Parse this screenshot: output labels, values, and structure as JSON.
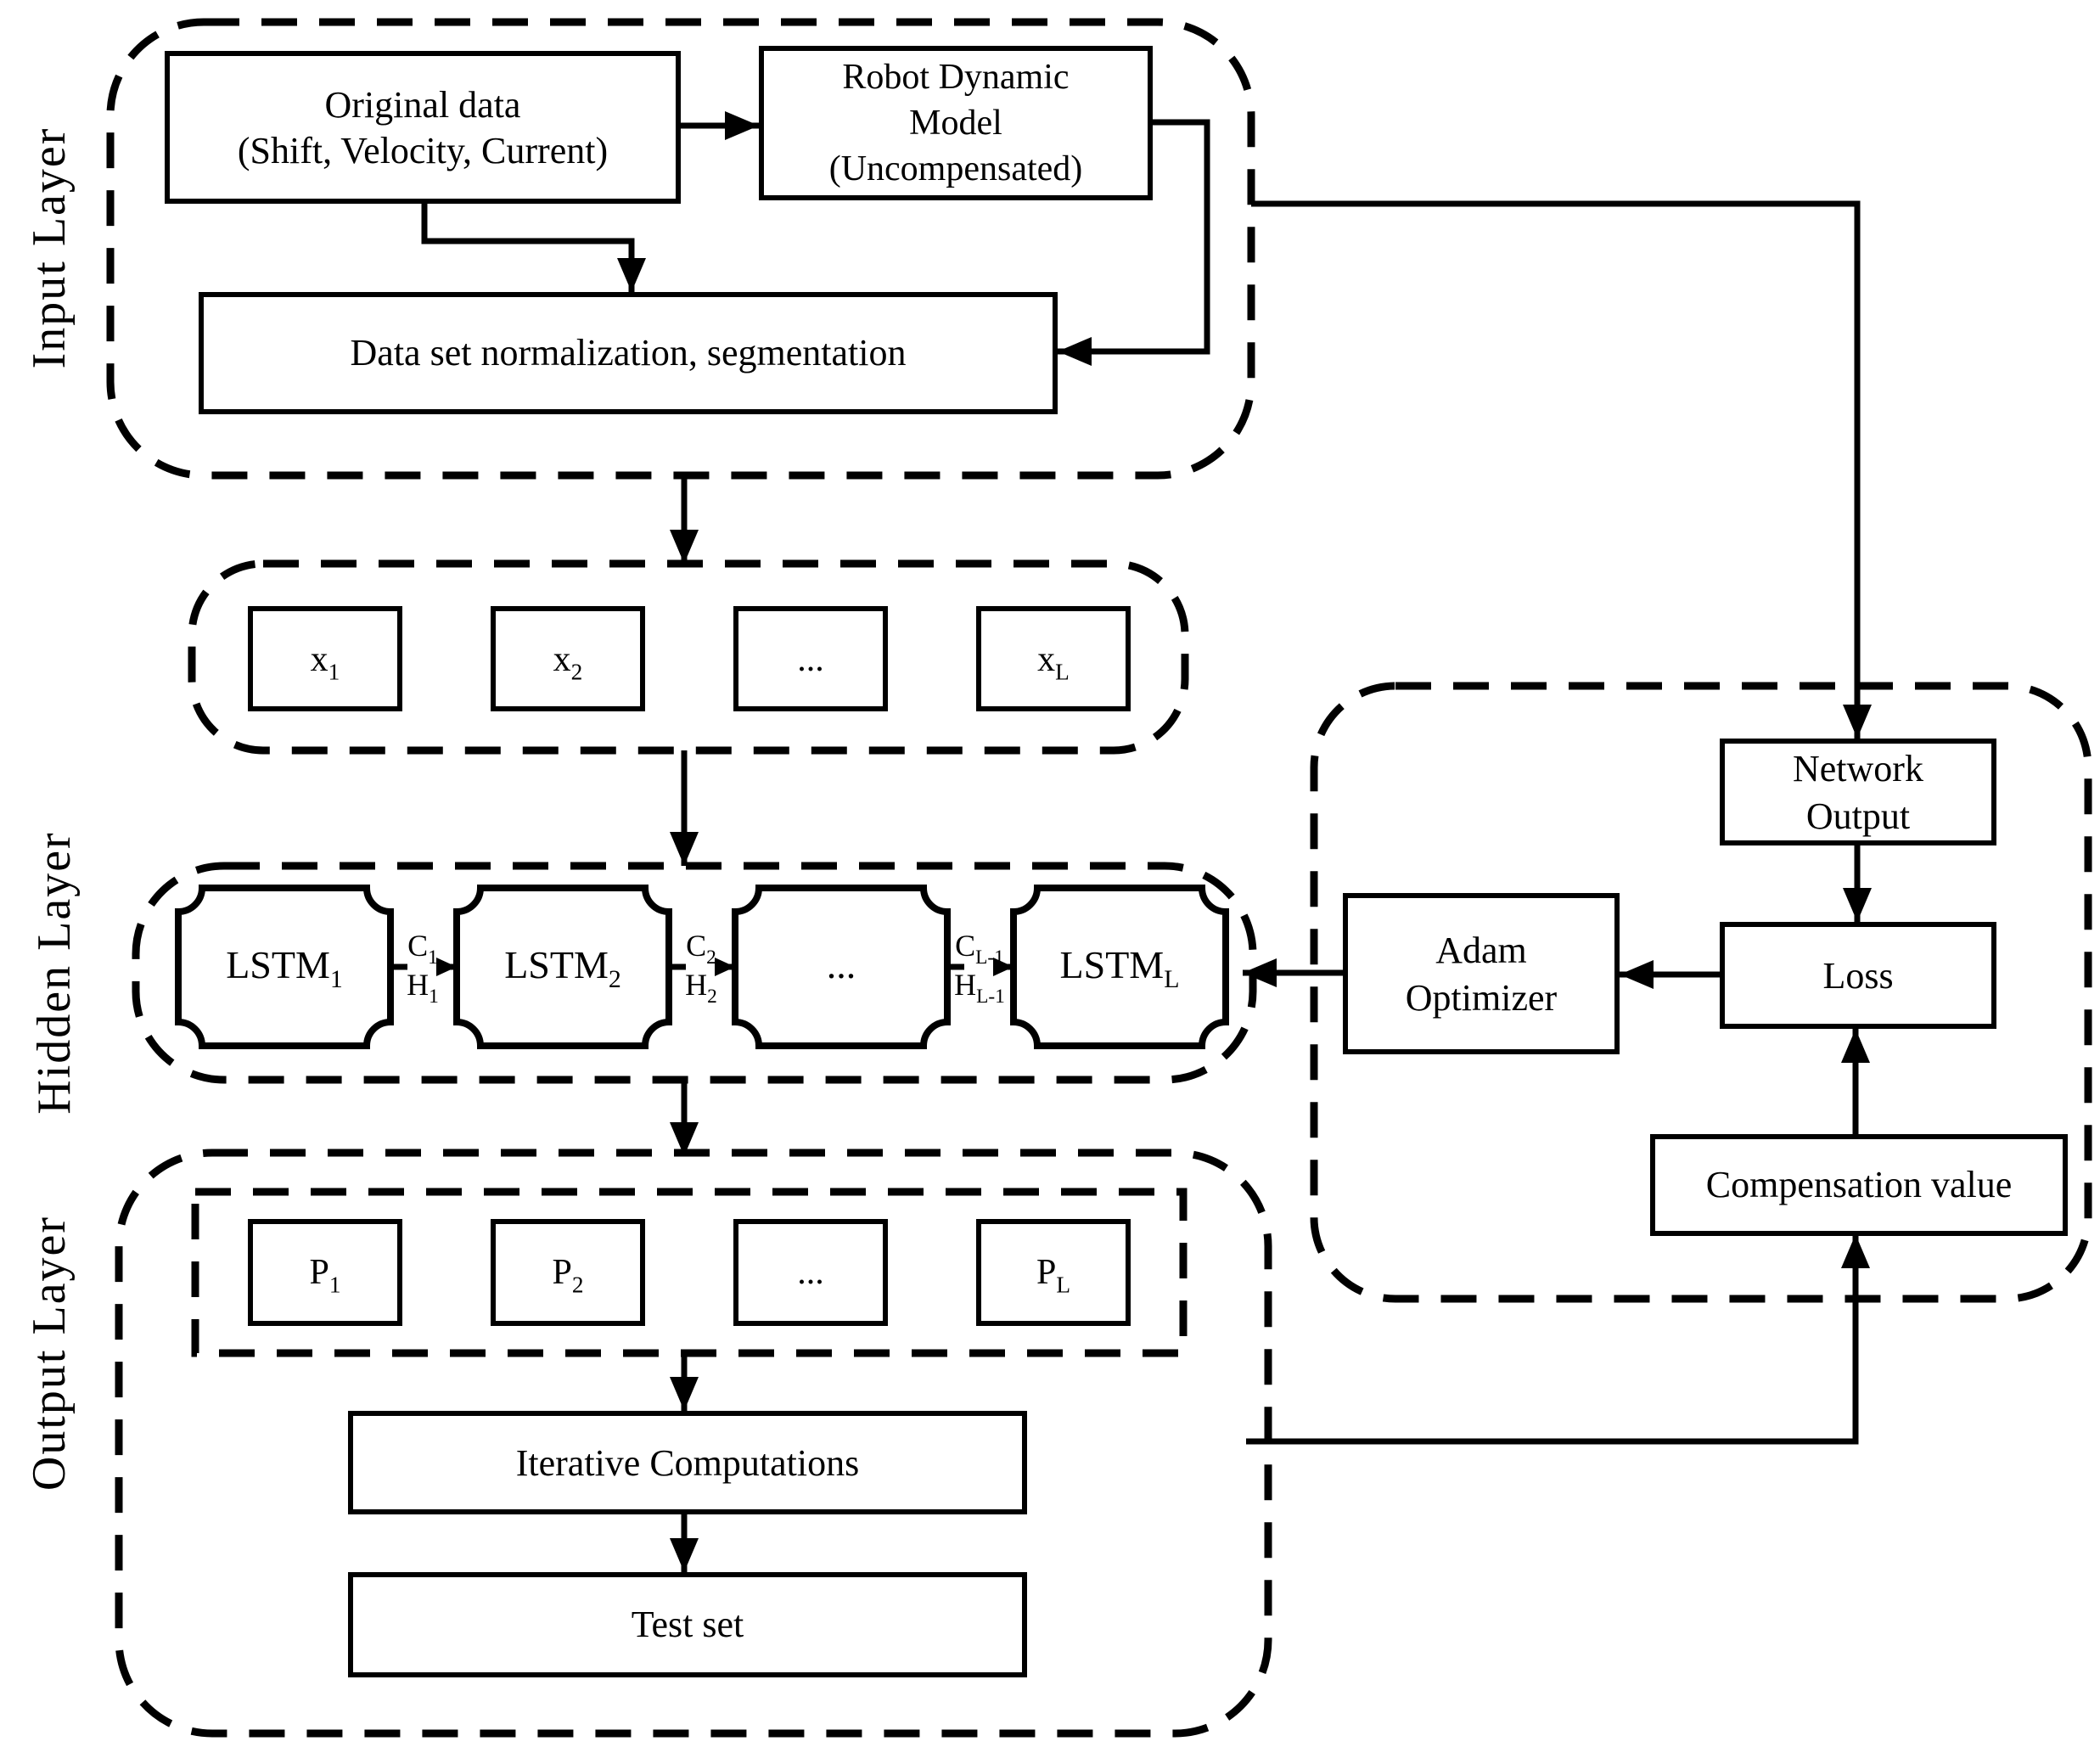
{
  "layer_labels": {
    "input": "Input Layer",
    "hidden": "Hidden Layer",
    "output": "Output Layer"
  },
  "boxes": {
    "original_data_line1": "Original data",
    "original_data_line2": "(Shift, Velocity, Current)",
    "robot_line1": "Robot Dynamic",
    "robot_line2": "Model",
    "robot_line3": "(Uncompensated)",
    "normalization": "Data set normalization, segmentation",
    "iterative": "Iterative Computations",
    "test_set": "Test set",
    "network_line1": "Network",
    "network_line2": "Output",
    "loss": "Loss",
    "adam_line1": "Adam",
    "adam_line2": "Optimizer",
    "compensation": "Compensation value"
  },
  "x_row": [
    {
      "base": "x",
      "sub": "1"
    },
    {
      "base": "x",
      "sub": "2"
    },
    {
      "base": "...",
      "sub": ""
    },
    {
      "base": "x",
      "sub": "L"
    }
  ],
  "lstm_row": [
    {
      "base": "LSTM",
      "sub": "1"
    },
    {
      "base": "LSTM",
      "sub": "2"
    },
    {
      "base": "...",
      "sub": ""
    },
    {
      "base": "LSTM",
      "sub": "L"
    }
  ],
  "p_row": [
    {
      "base": "P",
      "sub": "1"
    },
    {
      "base": "P",
      "sub": "2"
    },
    {
      "base": "...",
      "sub": ""
    },
    {
      "base": "P",
      "sub": "L"
    }
  ],
  "state_labels": [
    {
      "c": "C",
      "c_sub": "1",
      "h": "H",
      "h_sub": "1"
    },
    {
      "c": "C",
      "c_sub": "2",
      "h": "H",
      "h_sub": "2"
    },
    {
      "c": "C",
      "c_sub": "L-1",
      "h": "H",
      "h_sub": "L-1"
    }
  ],
  "colors": {
    "ink": "#000000",
    "paper": "#ffffff"
  }
}
